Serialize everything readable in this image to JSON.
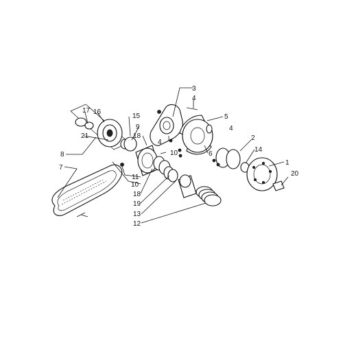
{
  "callouts": [
    {
      "id": "c1",
      "text": "1"
    },
    {
      "id": "c2",
      "text": "2"
    },
    {
      "id": "c3",
      "text": "3"
    },
    {
      "id": "c4a",
      "text": "4"
    },
    {
      "id": "c4b",
      "text": "4"
    },
    {
      "id": "c4c",
      "text": "4"
    },
    {
      "id": "c5",
      "text": "5"
    },
    {
      "id": "c6",
      "text": "6"
    },
    {
      "id": "c7",
      "text": "7"
    },
    {
      "id": "c8",
      "text": "8"
    },
    {
      "id": "c9",
      "text": "9"
    },
    {
      "id": "c10a",
      "text": "10"
    },
    {
      "id": "c10b",
      "text": "10"
    },
    {
      "id": "c11",
      "text": "11"
    },
    {
      "id": "c12",
      "text": "12"
    },
    {
      "id": "c13",
      "text": "13"
    },
    {
      "id": "c14",
      "text": "14"
    },
    {
      "id": "c15",
      "text": "15"
    },
    {
      "id": "c16",
      "text": "16"
    },
    {
      "id": "c17",
      "text": "17"
    },
    {
      "id": "c18a",
      "text": "18"
    },
    {
      "id": "c18b",
      "text": "18"
    },
    {
      "id": "c19",
      "text": "19"
    },
    {
      "id": "c20",
      "text": "20"
    },
    {
      "id": "c21",
      "text": "21"
    }
  ]
}
